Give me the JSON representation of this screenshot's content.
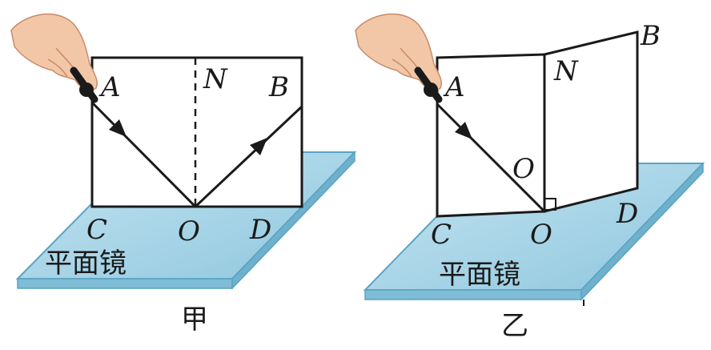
{
  "figure_a": {
    "caption": "甲",
    "mirror_label": "平面镜",
    "points": {
      "A": "A",
      "N": "N",
      "B": "B",
      "C": "C",
      "O": "O",
      "D": "D"
    }
  },
  "figure_b": {
    "caption": "乙",
    "mirror_label": "平面镜",
    "points": {
      "A": "A",
      "N": "N",
      "B": "B",
      "O_ray": "O",
      "C": "C",
      "O": "O",
      "D": "D"
    }
  },
  "colors": {
    "mirror_top": "#a9d3e6",
    "mirror_edge": "#5aa4c4",
    "mirror_side": "#7fbcd6",
    "skin": "#f2c7a8",
    "skin_shadow": "#d9a07f",
    "ink": "#1a1a1a"
  }
}
